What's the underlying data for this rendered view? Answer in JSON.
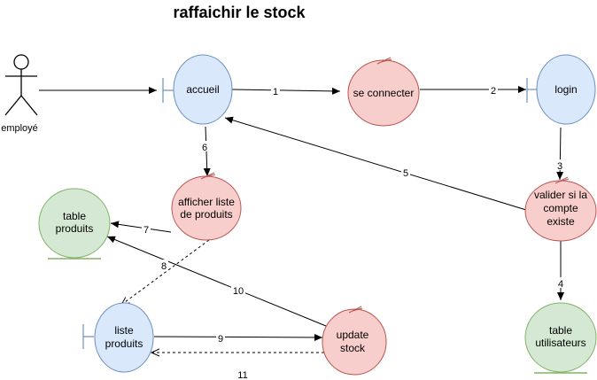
{
  "title": "raffaichir le stock",
  "actor": {
    "label": "employé"
  },
  "nodes": {
    "accueil": "accueil",
    "login": "login",
    "liste_produits": [
      "liste",
      "produits"
    ],
    "se_connecter": "se connecter",
    "afficher_liste": [
      "afficher liste",
      "de produits"
    ],
    "valider": [
      "valider si la",
      "compte",
      "existe"
    ],
    "update_stock": [
      "update",
      "stock"
    ],
    "table_produits": [
      "table",
      "produits"
    ],
    "table_utilisateurs": [
      "table",
      "utilisateurs"
    ]
  },
  "edges": {
    "e1": "1",
    "e2": "2",
    "e3": "3",
    "e4": "4",
    "e5": "5",
    "e6": "6",
    "e7": "7",
    "e8": "8",
    "e9": "9",
    "e10": "10",
    "e11": "11"
  },
  "colors": {
    "boundary_fill": "#dae8fc",
    "boundary_stroke": "#6c8ebf",
    "control_fill": "#f8cecc",
    "control_stroke": "#b85450",
    "entity_fill": "#d5e8d4",
    "entity_stroke": "#82b366"
  }
}
